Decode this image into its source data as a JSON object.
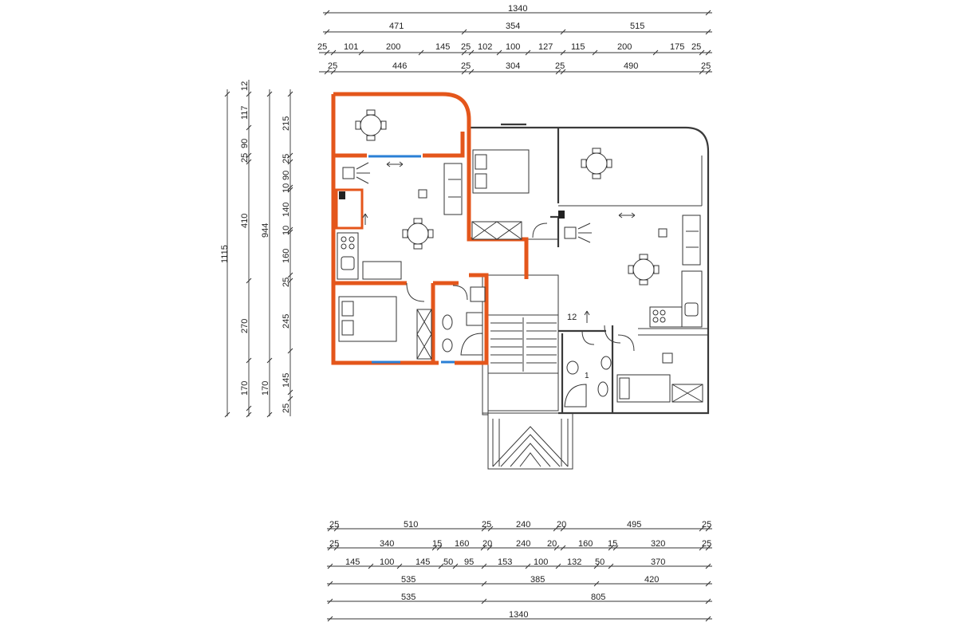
{
  "colors": {
    "highlight_wall": "#e4561b",
    "window_glass": "#2a7fd6",
    "line": "#333333"
  },
  "dimensions": {
    "top_rows": [
      [
        "1340"
      ],
      [
        "471",
        "354",
        "515"
      ],
      [
        "25",
        "101",
        "200",
        "145",
        "25",
        "102",
        "100",
        "127",
        "115",
        "200",
        "175",
        "25"
      ],
      [
        "25",
        "446",
        "25",
        "304",
        "25",
        "490",
        "25"
      ]
    ],
    "bottom_rows": [
      [
        "25",
        "510",
        "25",
        "240",
        "20",
        "495",
        "25"
      ],
      [
        "25",
        "340",
        "15",
        "160",
        "20",
        "240",
        "20",
        "160",
        "15",
        "320",
        "25"
      ],
      [
        "145",
        "100",
        "145",
        "50",
        "95",
        "153",
        "100",
        "132",
        "50",
        "370"
      ],
      [
        "535",
        "385",
        "420"
      ],
      [
        "535",
        "805"
      ],
      [
        "1340"
      ]
    ],
    "left_cols": [
      [
        "1115"
      ],
      [
        "117",
        "90",
        "25",
        "410",
        "270",
        "170",
        "12"
      ],
      [
        "944",
        "170"
      ],
      [
        "215",
        "25",
        "90",
        "10",
        "140",
        "10",
        "160",
        "25",
        "245",
        "145",
        "25"
      ]
    ]
  },
  "labels": {
    "stair_number": "12",
    "stair_sub": "1"
  }
}
